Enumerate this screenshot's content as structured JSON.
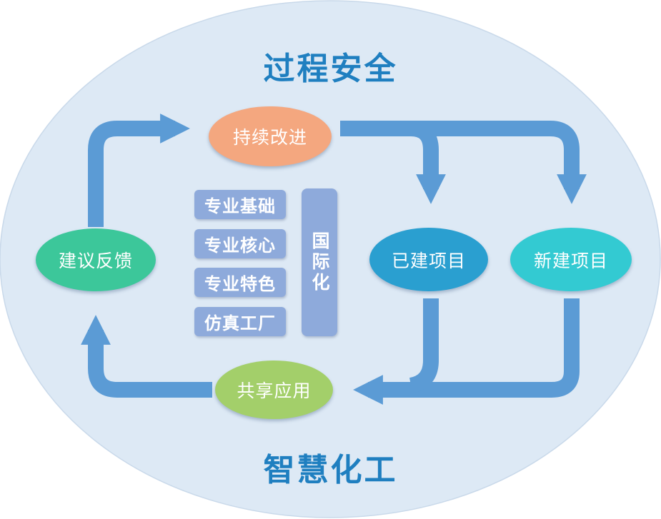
{
  "title_top": "过程安全",
  "title_bottom": "智慧化工",
  "nodes": {
    "improve": "持续改进",
    "feedback": "建议反馈",
    "existing": "已建项目",
    "new": "新建项目",
    "share": "共享应用"
  },
  "boxes": [
    "专业基础",
    "专业核心",
    "专业特色",
    "仿真工厂"
  ],
  "vertical_box": "国际化",
  "colors": {
    "title": "#1f7fc0",
    "ellipse": "#dde9f5",
    "arrow": "#5b9bd5",
    "improve": "#f4a77f",
    "feedback": "#3cc79a",
    "existing": "#2a9fd0",
    "new": "#33cad2",
    "share": "#a3cf6a",
    "box": "#8eaadb"
  }
}
